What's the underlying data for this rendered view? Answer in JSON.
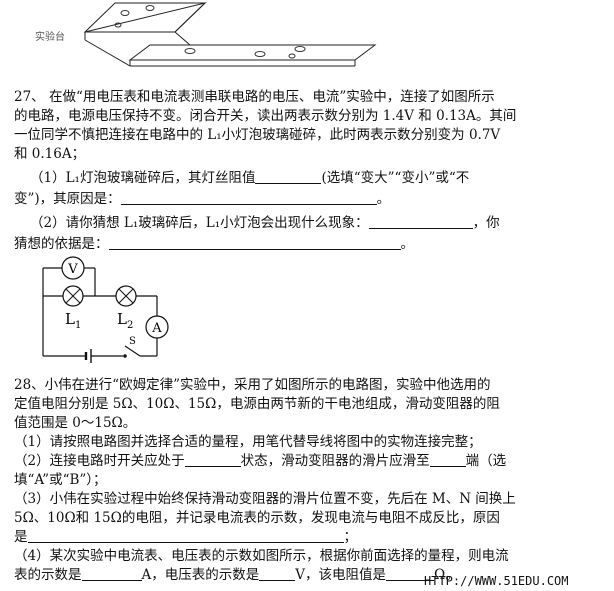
{
  "top_figure": {
    "label": "实验台"
  },
  "q27": {
    "line1": "27、 在做“用电压表和电流表测串联电路的电压、电流”实验中，连接了如图所示",
    "line2": "的电路，电源电压保持不变。闭合开关，读出两表示数分别为 1.4V 和 0.13A。其间",
    "line3": "一位同学不慎把连接在电路中的 L₁小灯泡玻璃碰碎，此时两表示数分别变为 0.7V",
    "line4": "和 0.16A；",
    "sub1_a": "（1）L₁灯泡玻璃碰碎后，其灯丝阻值",
    "sub1_b": "(选填“变大”“变小”或“不",
    "sub1_c": "变”)，其原因是：",
    "sub1_end": "。",
    "sub2_a": "（2）请你猜想 L₁玻璃碎后，L₁小灯泡会出现什么现象：",
    "sub2_b": "，你",
    "sub2_c": "猜想的依据是：",
    "sub2_end": "。"
  },
  "circuit": {
    "voltmeter": "V",
    "ammeter": "A",
    "lamp1_letter": "L",
    "lamp1_sub": "1",
    "lamp2_letter": "L",
    "lamp2_sub": "2",
    "switch": "S"
  },
  "q28": {
    "line1": "28、小伟在进行“欧姆定律”实验中，采用了如图所示的电路图，实验中他选用的",
    "line2": "定值电阻分别是 5Ω、10Ω、15Ω，电源由两节新的干电池组成，滑动变阻器的阻",
    "line3": "值范围是 0～15Ω。",
    "sub1": "（1）请按照电路图并选择合适的量程，用笔代替导线将图中的实物连接完整；",
    "sub2_a": "（2）连接电路时开关应处于",
    "sub2_b": "状态，滑动变阻器的滑片应滑至",
    "sub2_c": "端（选",
    "sub2_d": "填“A”或“B”）；",
    "sub3_a": "（3）小伟在实验过程中始终保持滑动变阻器的滑片位置不变，先后在 M、N 间换上",
    "sub3_b": "5Ω、10Ω和 15Ω的电阻，并记录电流表的示数，发现电流与电阻不成反比，原因",
    "sub3_c": "是",
    "sub3_end": "；",
    "sub4_a": "（4）某次实验中电流表、电压表的示数如图所示，根据你前面选择的量程，则电流",
    "sub4_b": "表的示数是",
    "sub4_c": "A，电压表的示数是",
    "sub4_d": "V，该电阻值是",
    "sub4_e": "Ω。"
  },
  "watermark": "HTTP://WWW.51EDU.COM"
}
